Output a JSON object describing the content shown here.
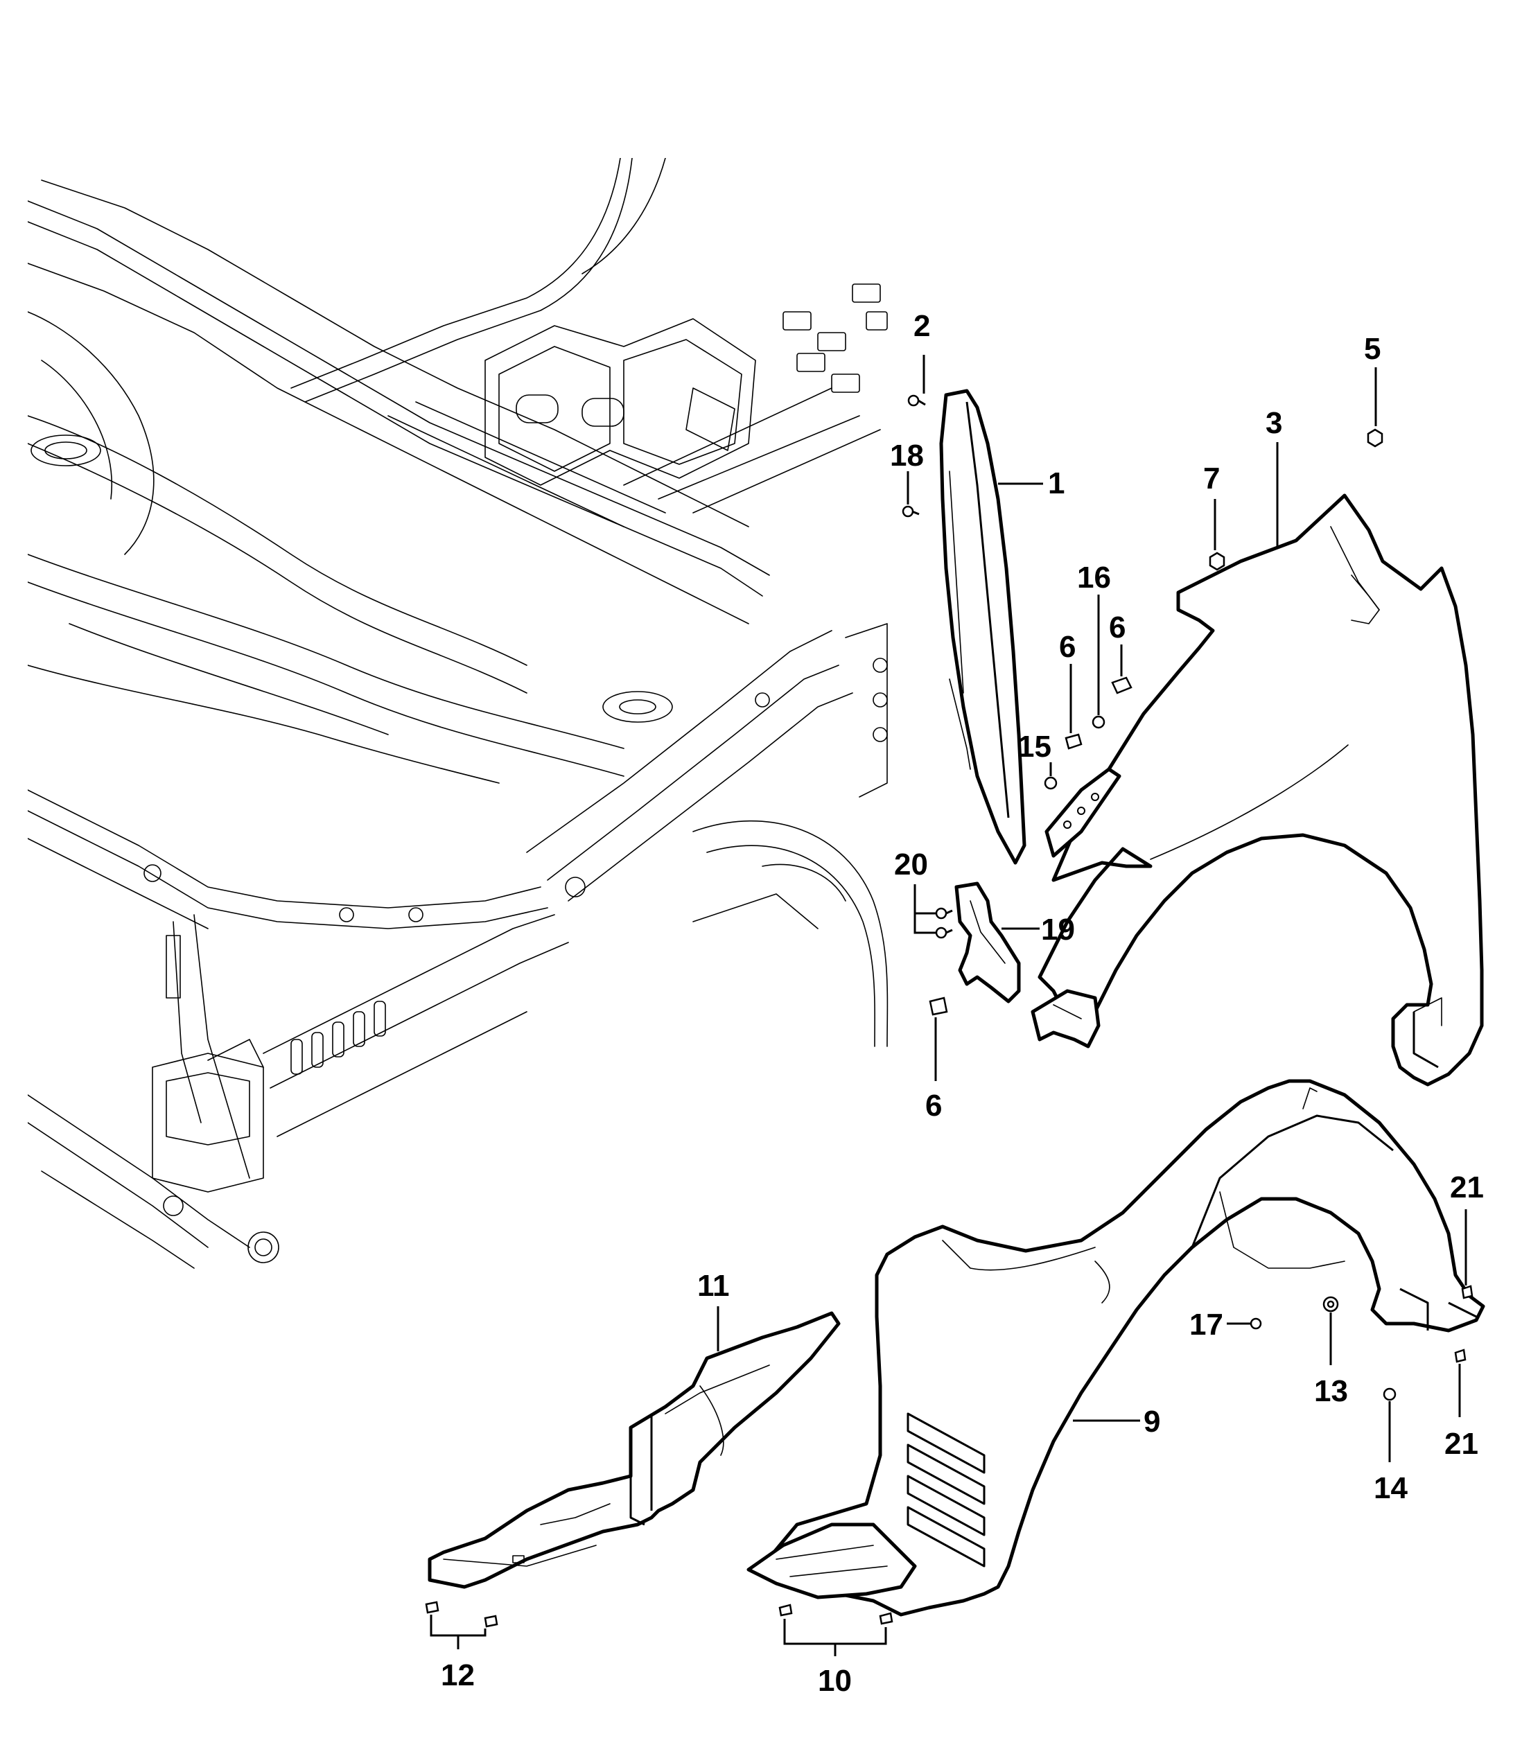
{
  "diagram": {
    "kind": "exploded parts diagram",
    "callouts": {
      "c1": "1",
      "c2": "2",
      "c3": "3",
      "c5": "5",
      "c6a": "6",
      "c6b": "6",
      "c6c": "6",
      "c7": "7",
      "c9": "9",
      "c10": "10",
      "c11": "11",
      "c12": "12",
      "c13": "13",
      "c14": "14",
      "c15": "15",
      "c16": "16",
      "c17": "17",
      "c18": "18",
      "c19": "19",
      "c20": "20",
      "c21a": "21",
      "c21b": "21"
    }
  }
}
